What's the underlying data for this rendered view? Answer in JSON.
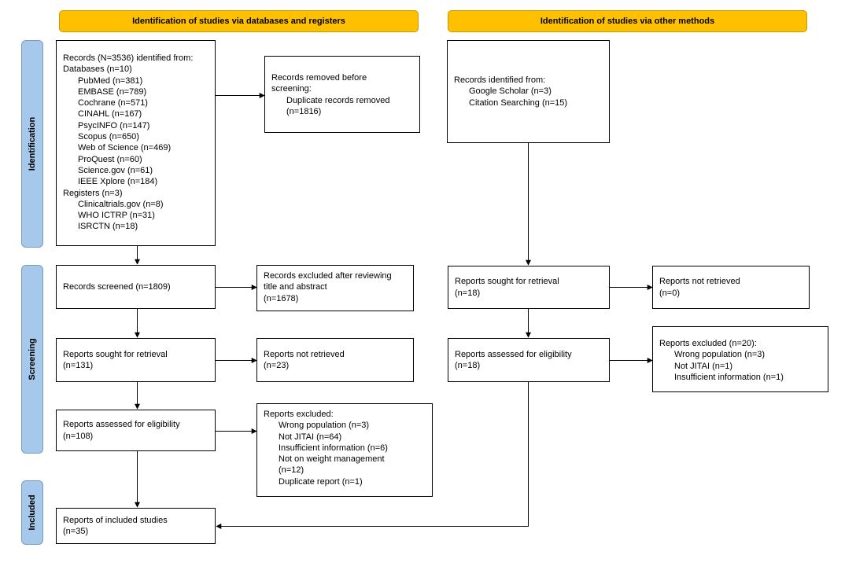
{
  "headers": {
    "databases": "Identification of studies via databases and registers",
    "other": "Identification of studies via other methods"
  },
  "phases": {
    "identification": "Identification",
    "screening": "Screening",
    "included": "Included"
  },
  "left": {
    "identified": {
      "title": "Records (N=3536) identified from:",
      "databases_label": "Databases (n=10)",
      "databases": [
        "PubMed (n=381)",
        "EMBASE (n=789)",
        "Cochrane (n=571)",
        "CINAHL (n=167)",
        "PsycINFO (n=147)",
        "Scopus (n=650)",
        "Web of Science (n=469)",
        "ProQuest (n=60)",
        "Science.gov (n=61)",
        "IEEE Xplore (n=184)"
      ],
      "registers_label": "Registers (n=3)",
      "registers": [
        "Clinicaltrials.gov (n=8)",
        "WHO ICTRP (n=31)",
        "ISRCTN (n=18)"
      ]
    },
    "removed": {
      "line1": "Records removed before",
      "line2": "screening:",
      "line3": "Duplicate records removed",
      "line4": "(n=1816)"
    },
    "screened": {
      "line1": "Records screened (n=1809)"
    },
    "excluded_screen": {
      "line1": "Records excluded after reviewing",
      "line2": "title and abstract",
      "line3": "(n=1678)"
    },
    "sought": {
      "line1": "Reports sought for retrieval",
      "line2": "(n=131)"
    },
    "not_retrieved": {
      "line1": "Reports not retrieved",
      "line2": "(n=23)"
    },
    "assessed": {
      "line1": "Reports assessed for eligibility",
      "line2": "(n=108)"
    },
    "excluded_reports": {
      "title": "Reports excluded:",
      "items": [
        "Wrong population (n=3)",
        "Not JITAI (n=64)",
        "Insufficient information (n=6)",
        "Not on weight management",
        "(n=12)",
        "Duplicate report (n=1)"
      ]
    },
    "included": {
      "line1": "Reports of included studies",
      "line2": "(n=35)"
    }
  },
  "right": {
    "identified": {
      "title": "Records identified from:",
      "items": [
        "Google Scholar (n=3)",
        "Citation Searching (n=15)"
      ]
    },
    "sought": {
      "line1": "Reports sought for retrieval",
      "line2": "(n=18)"
    },
    "not_retrieved": {
      "line1": "Reports not retrieved",
      "line2": "(n=0)"
    },
    "assessed": {
      "line1": "Reports assessed for eligibility",
      "line2": "(n=18)"
    },
    "excluded_reports": {
      "title": "Reports excluded (n=20):",
      "items": [
        "Wrong population (n=3)",
        "Not JITAI (n=1)",
        "Insufficient information (n=1)"
      ]
    }
  },
  "colors": {
    "header_fill": "#FFC000",
    "phase_fill": "#A6C8EA",
    "line": "#000000"
  }
}
